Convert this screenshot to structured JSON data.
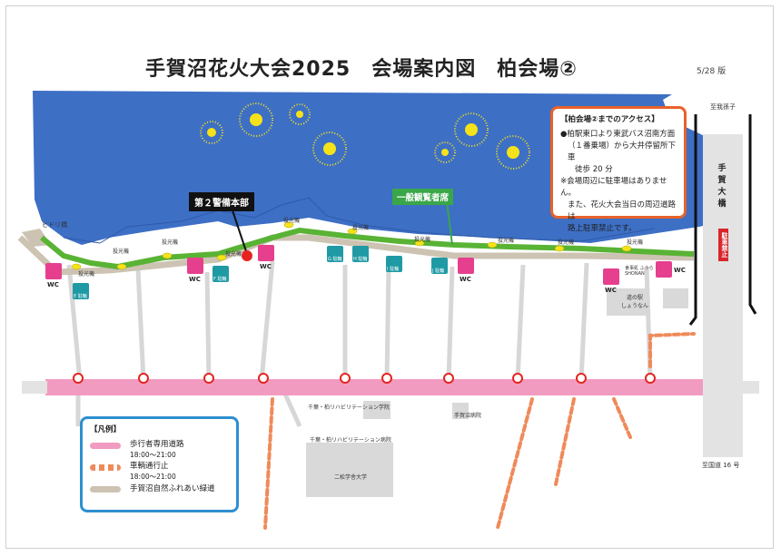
{
  "title": "手賀沼花火大会2025　会場案内図　柏会場②",
  "version": "5/28 版",
  "access": {
    "heading": "【柏会場②までのアクセス】",
    "line1": "●柏駅東口より東武バス沼南方面",
    "line2": "（１番乗場）から大井停留所下車",
    "line3": "徒歩 20 分",
    "line4": "※会場周辺に駐車場はありません。",
    "line5": "また、花火大会当日の周辺道路は",
    "line6": "路上駐車禁止です。"
  },
  "labels": {
    "hq": "第２警備本部",
    "general_viewing": "一般観覧者席",
    "hidori_bridge": "ヒドリ橋",
    "to_abiko": "至我孫子",
    "to_route16": "至国道 16 号",
    "bridge": "手賀大橋",
    "no_parking": "駐車禁止",
    "floodlight": "投光機",
    "wc": "WC",
    "michinoeki": "道の駅\nしょうなん",
    "restaurant": "食事処 ふうら\nSHONAN",
    "school1": "千葉・柏リハビリテーション学院",
    "school2": "千葉・柏リハビリテーション病院",
    "hospital": "手賀沼病院",
    "university": "二松学舎大学"
  },
  "legend": {
    "heading": "【凡例】",
    "pedestrian": "歩行者専用道路",
    "pedestrian_time": "18:00～21:00",
    "closed": "車輌通行止",
    "closed_time": "18:00～21:00",
    "trail": "手賀沼自然ふれあい緑道"
  },
  "bike_parking": [
    "E 駐輪",
    "F 駐輪",
    "G 駐輪",
    "H 駐輪",
    "I 駐輪",
    "J 駐輪"
  ],
  "colors": {
    "lake": "#3d6fc5",
    "green_path": "#59b334",
    "pedestrian_road": "#f29bc1",
    "closed_road": "#ef8a5a",
    "trail": "#cdc3b3",
    "road": "#d7d7d7",
    "firework": "#f5e21a",
    "access_border": "#e8622a",
    "legend_border": "#2e8fd0",
    "wc": "#e63f8e",
    "bike": "#1f9aa5"
  }
}
